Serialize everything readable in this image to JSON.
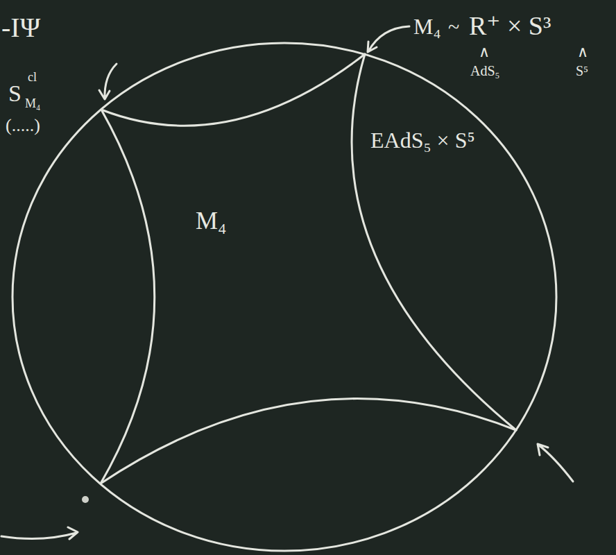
{
  "diagram": {
    "labels": [
      "-IΨ",
      "S",
      "cl",
      "M₄",
      "(.....)",
      "M₄",
      "~",
      "R⁺ × S³",
      "∧",
      "∧",
      "AdS₅",
      "S⁵",
      "M₄",
      "EAdS₅ × S⁵"
    ]
  }
}
